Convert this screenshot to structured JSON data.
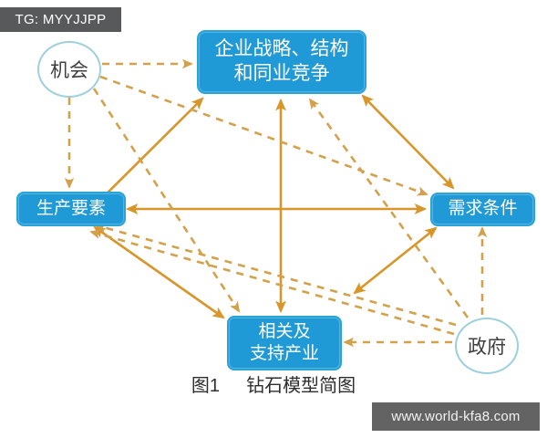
{
  "banner": {
    "label": "TG: MYYJJPP"
  },
  "watermark": {
    "label": "www.world-kfa8.com"
  },
  "caption": {
    "figure_number": "图1",
    "title": "钻石模型简图",
    "full": "图1　钻石模型简图"
  },
  "colors": {
    "box_fill": "#1f9ad6",
    "box_border": "#2aa3da",
    "box_text": "#ffffff",
    "circle_border": "#9dcfdd",
    "circle_text": "#404040",
    "arrow_solid": "#d8962a",
    "arrow_dashed": "#d8a84a",
    "banner_bg": "#58595b",
    "watermark_bg": "#636363",
    "page_bg": "#ffffff"
  },
  "nodes": [
    {
      "id": "strategy",
      "label": "企业战略、结构\n和同业竞争",
      "line1": "企业战略、结构",
      "line2": "和同业竞争",
      "shape": "rounded-rect",
      "position": "top"
    },
    {
      "id": "factors",
      "label": "生产要素",
      "line1": "生产要素",
      "line2": "",
      "shape": "rounded-rect",
      "position": "left"
    },
    {
      "id": "demand",
      "label": "需求条件",
      "line1": "需求条件",
      "line2": "",
      "shape": "rounded-rect",
      "position": "right"
    },
    {
      "id": "related",
      "label": "相关及\n支持产业",
      "line1": "相关及",
      "line2": "支持产业",
      "shape": "rounded-rect",
      "position": "bottom"
    },
    {
      "id": "chance",
      "label": "机会",
      "line1": "机会",
      "line2": "",
      "shape": "circle",
      "position": "top-left"
    },
    {
      "id": "government",
      "label": "政府",
      "line1": "政府",
      "line2": "",
      "shape": "circle",
      "position": "bottom-right"
    }
  ],
  "edges": [
    {
      "from": "strategy",
      "to": "factors",
      "style": "solid",
      "arrows": "both"
    },
    {
      "from": "strategy",
      "to": "demand",
      "style": "solid",
      "arrows": "both"
    },
    {
      "from": "strategy",
      "to": "related",
      "style": "solid",
      "arrows": "both"
    },
    {
      "from": "factors",
      "to": "demand",
      "style": "solid",
      "arrows": "both"
    },
    {
      "from": "factors",
      "to": "related",
      "style": "solid",
      "arrows": "both"
    },
    {
      "from": "related",
      "to": "demand",
      "style": "solid",
      "arrows": "both"
    },
    {
      "from": "chance",
      "to": "strategy",
      "style": "dashed",
      "arrows": "single"
    },
    {
      "from": "chance",
      "to": "factors",
      "style": "dashed",
      "arrows": "single"
    },
    {
      "from": "chance",
      "to": "demand",
      "style": "dashed",
      "arrows": "single"
    },
    {
      "from": "chance",
      "to": "related",
      "style": "dashed",
      "arrows": "single"
    },
    {
      "from": "government",
      "to": "strategy",
      "style": "dashed",
      "arrows": "single"
    },
    {
      "from": "government",
      "to": "factors",
      "style": "dashed",
      "arrows": "single"
    },
    {
      "from": "government",
      "to": "demand",
      "style": "dashed",
      "arrows": "single"
    },
    {
      "from": "government",
      "to": "related",
      "style": "dashed",
      "arrows": "single"
    }
  ]
}
